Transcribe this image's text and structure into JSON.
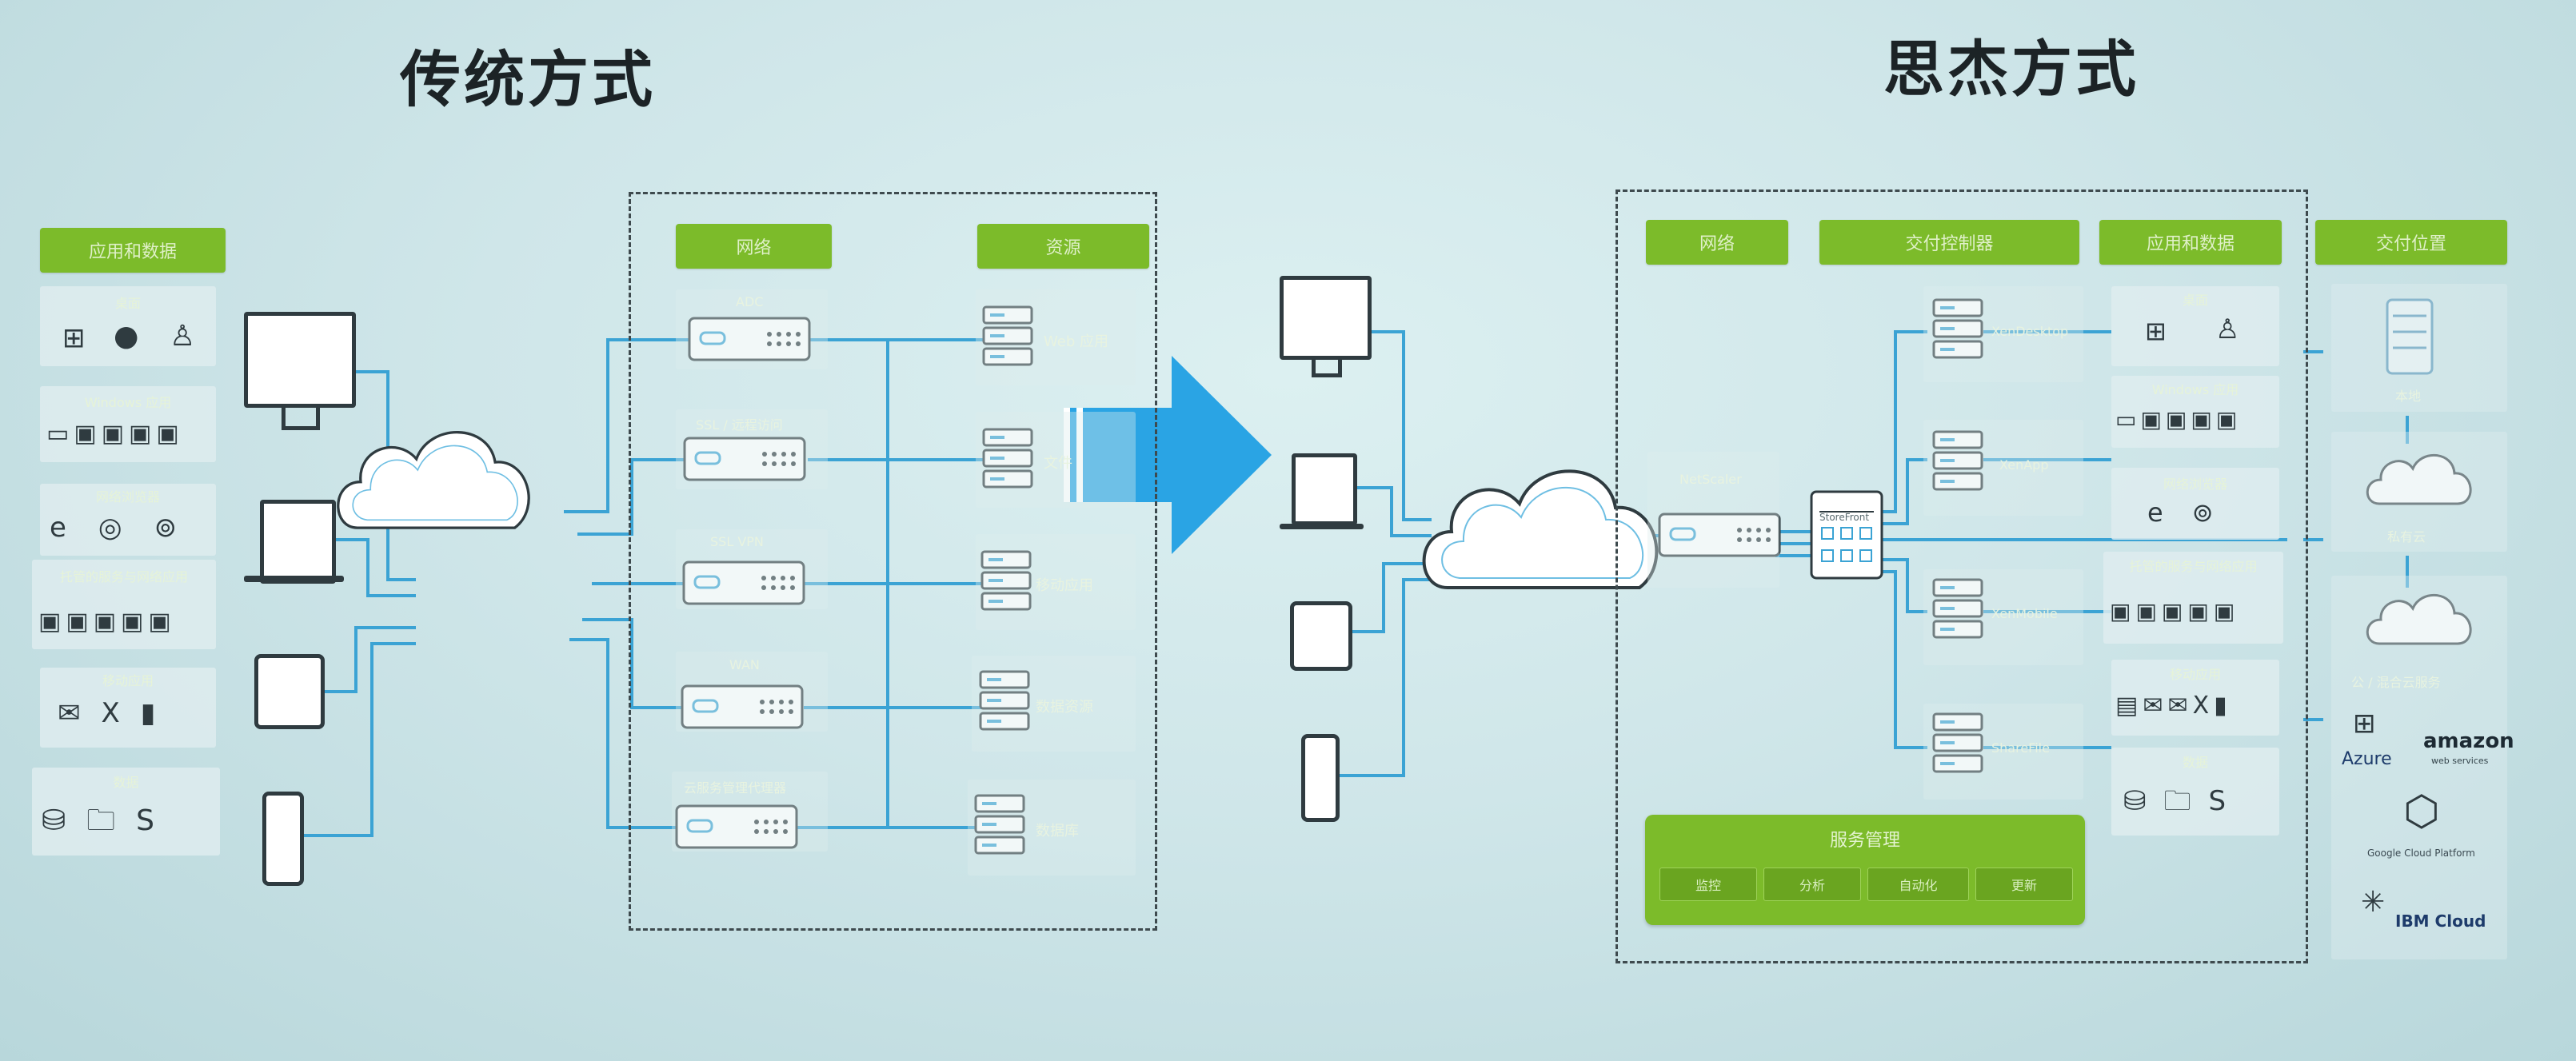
{
  "titles": {
    "traditional": "传统方式",
    "citrix": "思杰方式"
  },
  "left": {
    "apps_header": "应用和数据",
    "network_header": "网络",
    "resources_header": "资源",
    "app_groups": [
      "桌面",
      "Windows 应用",
      "网络浏览器",
      "托管的服务与网络应用",
      "移动应用",
      "数据"
    ],
    "network_devices": [
      "ADC",
      "SSL / 远程访问",
      "SSL VPN",
      "WAN",
      "云服务管理代理器"
    ],
    "resources": [
      "Web 应用",
      "文件",
      "移动应用",
      "数据资源",
      "数据库"
    ]
  },
  "right": {
    "network_header": "网络",
    "delivery_header": "交付控制器",
    "apps_header": "应用和数据",
    "hosting_header": "交付位置",
    "netscaler_label": "NetScaler",
    "storefront_label": "StoreFront",
    "delivery_servers": [
      "XenDesktop",
      "XenApp",
      "XenMobile",
      "ShareFile"
    ],
    "app_groups": [
      "桌面",
      "Windows 应用",
      "网络浏览器",
      "托管的服务与网络应用",
      "移动应用",
      "数据"
    ],
    "hosting": [
      "本地",
      "私有云",
      "公 / 混合云服务"
    ],
    "cloud_providers": {
      "azure": "Azure",
      "aws": "amazon",
      "aws_sub": "web services",
      "google": "Google Cloud Platform",
      "ibm": "IBM Cloud"
    }
  },
  "management": {
    "title": "服务管理",
    "items": [
      "监控",
      "分析",
      "自动化",
      "更新"
    ]
  },
  "colors": {
    "accent_green": "#7cbb2a",
    "wire_blue": "#3ba3d4",
    "arrow_blue": "#2aa4e4",
    "dash": "#3e4a4e"
  }
}
